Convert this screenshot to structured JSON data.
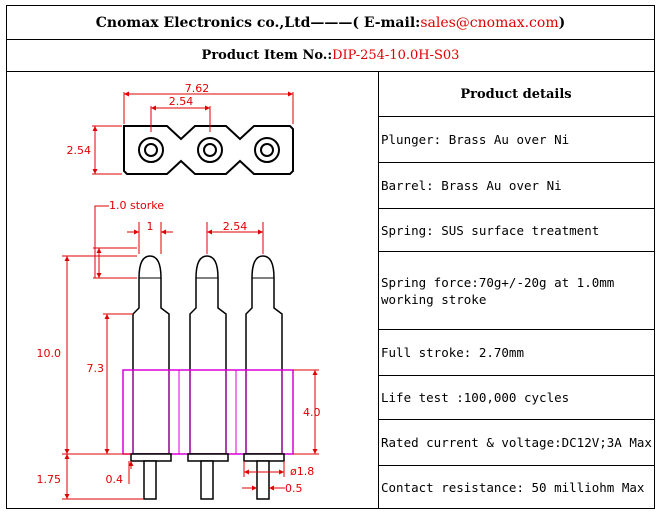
{
  "header": {
    "company": "Cnomax Electronics co.,Ltd",
    "separator": "———",
    "email_label": "( E-mail: ",
    "email": "sales@cnomax.com",
    "email_close": ")"
  },
  "product": {
    "label": "Product Item No.: ",
    "number": "DIP-254-10.0H-S03"
  },
  "details": {
    "heading": "Product details",
    "rows": [
      "Plunger: Brass Au over Ni",
      "Barrel: Brass Au over Ni",
      "Spring: SUS surface treatment",
      "Spring force:70g+/-20g at 1.0mm working stroke",
      "Full stroke: 2.70mm",
      "Life test :100,000 cycles",
      "Rated current & voltage:DC12V;3A Max",
      "Contact resistance: 50 milliohm Max"
    ]
  },
  "drawing": {
    "dims": {
      "width_total": "7.62",
      "pitch_top": "2.54",
      "height_top": "2.54",
      "stroke_label": "1.0 storke",
      "tip_width": "1",
      "pitch_side": "2.54",
      "total_height": "10.0",
      "body_height": "7.3",
      "insulator_height": "4.0",
      "tail_diameter": "ø1.8",
      "tail_length": "1.75",
      "standoff": "0.4",
      "tail_pin": "0.5"
    }
  },
  "colors": {
    "dimension": "#e00000",
    "insulator": "#d800d8",
    "outline": "#000000"
  }
}
